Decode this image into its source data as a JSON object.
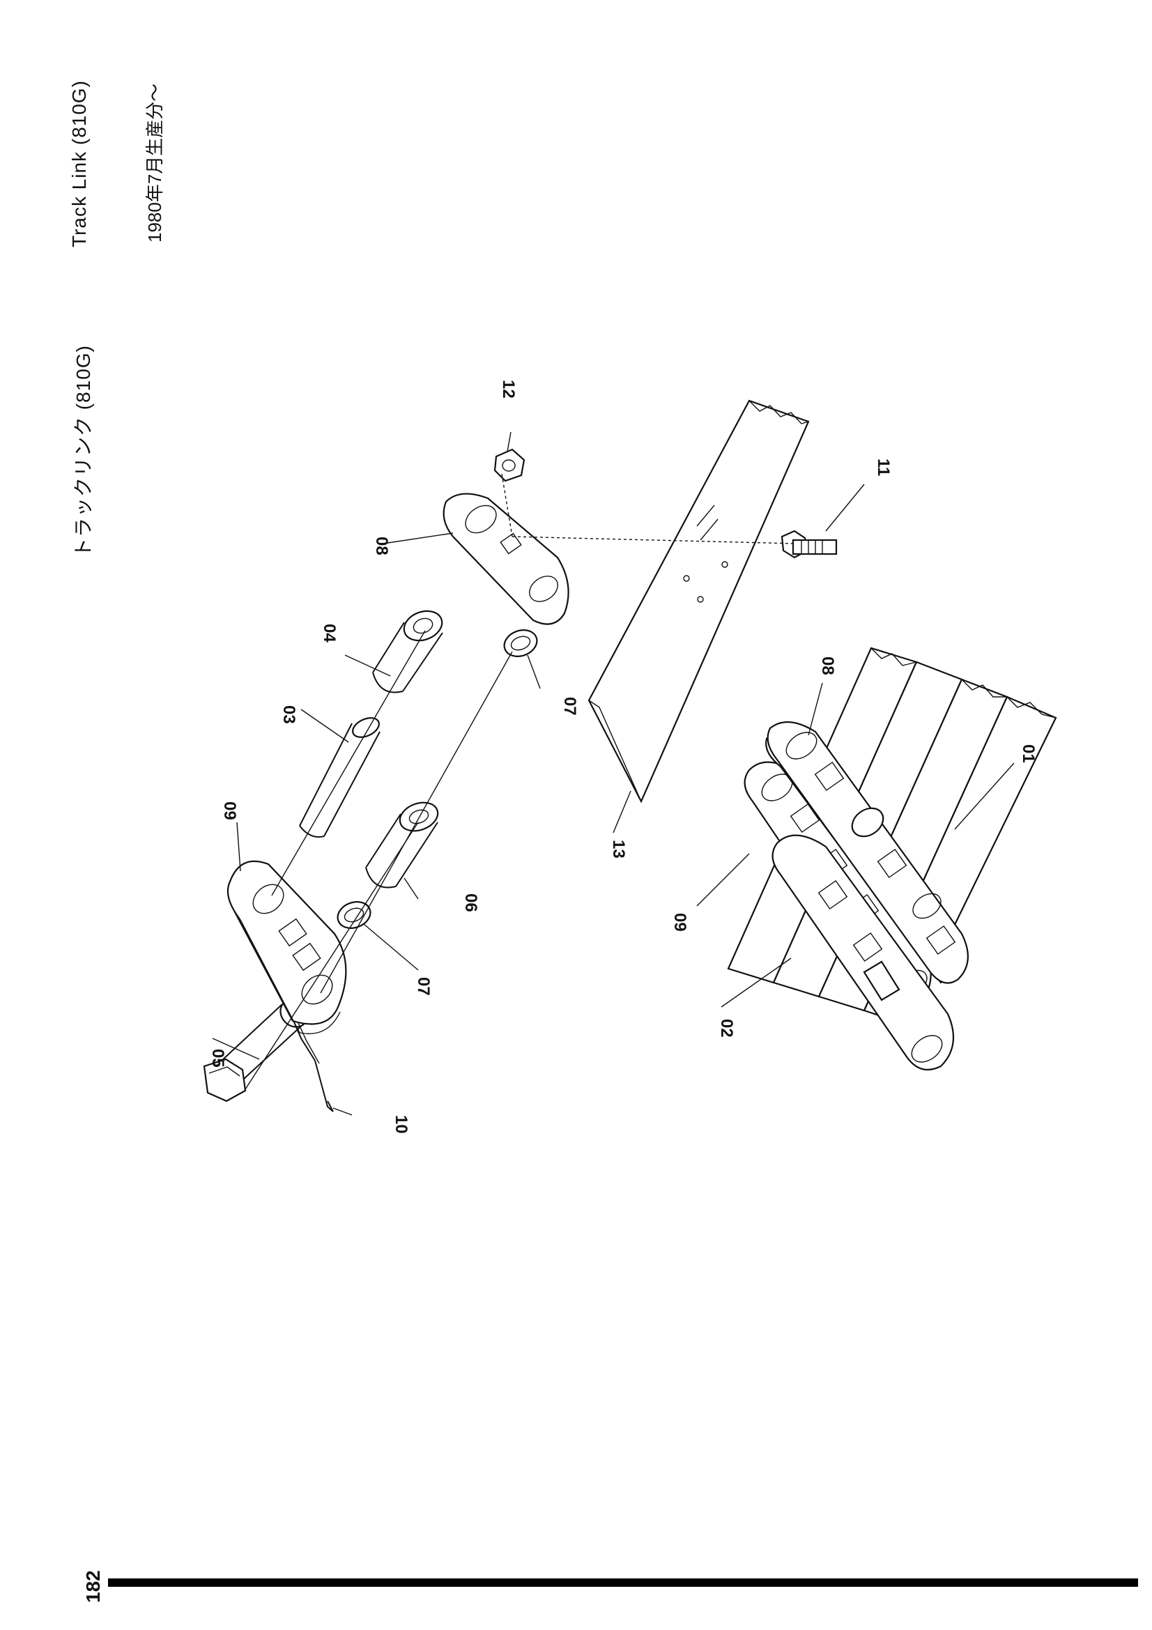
{
  "header": {
    "title_ja": "トラックリンク (810G)",
    "title_en": "Track Link (810G)",
    "subtitle_ja": "1980年7月生産分～"
  },
  "page_number": "182",
  "callouts": {
    "c01": "01",
    "c02": "02",
    "c03": "03",
    "c04": "04",
    "c05": "05",
    "c06": "06",
    "c07a": "07",
    "c07b": "07",
    "c08a": "08",
    "c08b": "08",
    "c09a": "09",
    "c09b": "09",
    "c10": "10",
    "c11": "11",
    "c12": "12",
    "c13": "13"
  }
}
